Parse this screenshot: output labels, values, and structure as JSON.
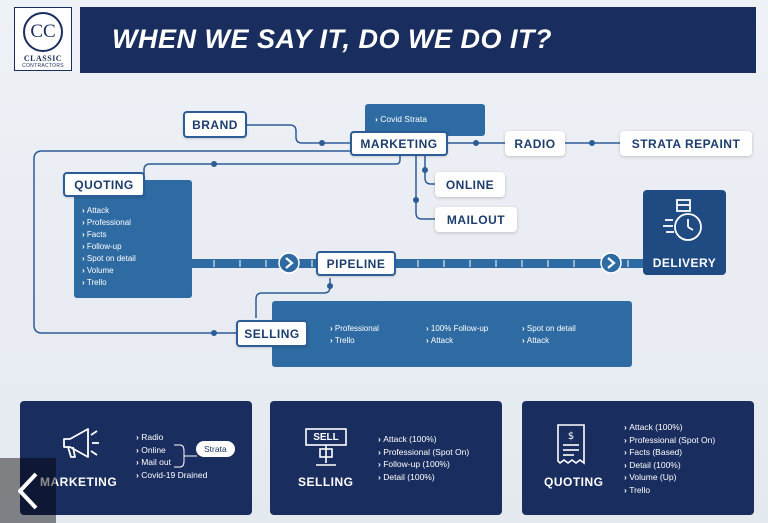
{
  "logo": {
    "monogram": "CC",
    "line1": "CLASSIC",
    "line2": "CONTRACTORS"
  },
  "header": {
    "title": "WHEN WE SAY IT, DO WE DO IT?"
  },
  "nodes": {
    "brand": "BRAND",
    "covid": "Covid Strata",
    "marketing": "MARKETING",
    "radio": "RADIO",
    "strata_repaint": "STRATA REPAINT",
    "online": "ONLINE",
    "mailout": "MAILOUT",
    "quoting": "QUOTING",
    "pipeline": "PIPELINE",
    "delivery": "DELIVERY",
    "selling": "SELLING"
  },
  "quoting_items": [
    "Attack",
    "Professional",
    "Facts",
    "Follow-up",
    "Spot on detail",
    "Volume",
    "Trello"
  ],
  "selling_items": [
    [
      "Professional",
      "Trello"
    ],
    [
      "100% Follow-up",
      "Attack"
    ],
    [
      "Spot on detail",
      "Attack"
    ]
  ],
  "cards": {
    "marketing": {
      "title": "MARKETING",
      "items": [
        "Radio",
        "Online",
        "Mail out",
        "Covid-19 Drained"
      ],
      "badge": "Strata"
    },
    "selling": {
      "title": "SELLING",
      "sign": "SELL",
      "items": [
        "Attack (100%)",
        "Professional (Spot On)",
        "Follow-up (100%)",
        "Detail (100%)"
      ]
    },
    "quoting": {
      "title": "QUOTING",
      "items": [
        "Attack (100%)",
        "Professional (Spot On)",
        "Facts (Based)",
        "Detail (100%)",
        "Volume (Up)",
        "Trello"
      ]
    }
  },
  "colors": {
    "navy": "#1a2d5f",
    "blue": "#2e6ba3",
    "line": "#2d5d96",
    "background": "#e9edf3"
  },
  "icons": [
    "megaphone-icon",
    "sell-sign-icon",
    "receipt-icon",
    "delivery-stopwatch-icon",
    "arrow-right-icon",
    "chevron-left-icon"
  ]
}
